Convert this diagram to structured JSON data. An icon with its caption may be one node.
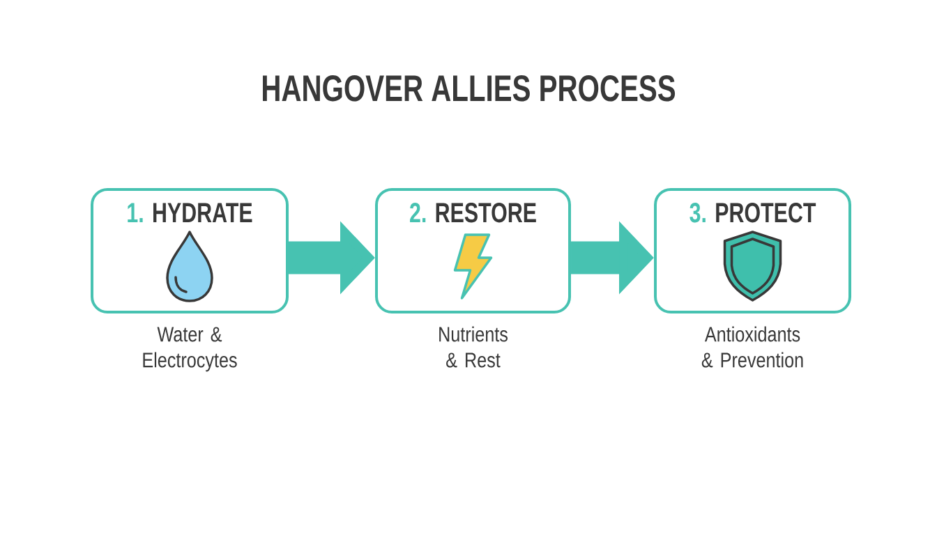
{
  "diagram": {
    "title": "HANGOVER ALLIES PROCESS",
    "nodes": [
      {
        "text": [
          "1. HYDRATE"
        ],
        "beside": [
          "Water & Electrocytes"
        ]
      },
      {
        "text": [
          "2. RESTORE"
        ],
        "beside": [
          "Nutrients & Rest"
        ]
      },
      {
        "text": [
          "3. PROTECT"
        ],
        "beside": [
          "Antioxidants & Prevention"
        ]
      }
    ],
    "edges": [
      {
        "from": 0,
        "to": 1,
        "arrow": "to"
      },
      {
        "from": 1,
        "to": 2,
        "arrow": "to"
      }
    ]
  }
}
